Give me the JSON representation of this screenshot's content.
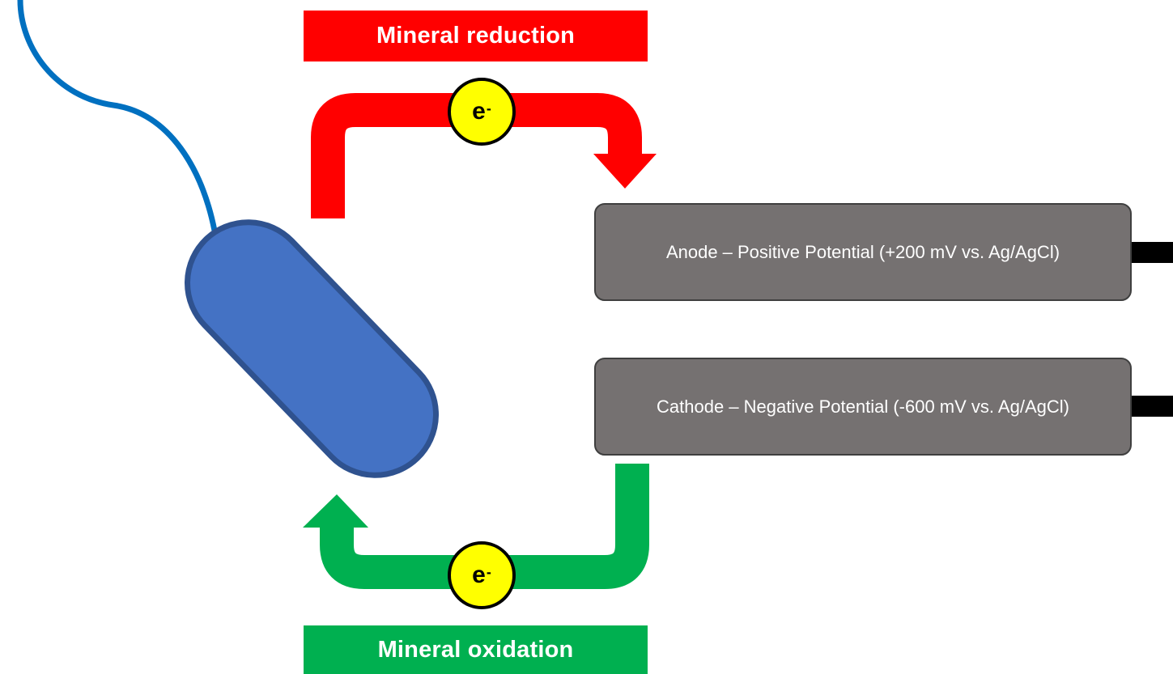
{
  "labels": {
    "reduction": "Mineral reduction",
    "oxidation": "Mineral oxidation"
  },
  "electrodes": {
    "anode": "Anode – Positive Potential (+200 mV vs. Ag/AgCl)",
    "cathode": "Cathode – Negative Potential (-600 mV vs. Ag/AgCl)"
  },
  "electron": {
    "symbol": "e",
    "charge": "-"
  },
  "colors": {
    "reduction": "#ff0000",
    "oxidation": "#00b050",
    "electrode": "#757171",
    "bacterium_fill": "#4472c4",
    "bacterium_outline": "#2f528f",
    "flagellum": "#0070c0",
    "electron": "#ffff00"
  }
}
